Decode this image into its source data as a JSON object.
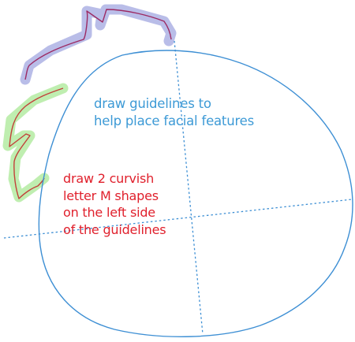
{
  "guideline_note": {
    "lines": [
      "draw guidelines to",
      "help place facial features"
    ],
    "color": "#3d9ad6"
  },
  "m_shapes_note": {
    "lines": [
      "draw 2 curvish",
      "letter M shapes",
      "on the left side",
      "of the guidelines"
    ],
    "color": "#e0202c"
  },
  "colors": {
    "head_outline": "#3d8fd4",
    "guideline": "#3d8fd4",
    "shape_top_stroke": "#9c2a63",
    "shape_top_highlight": "#b9bde8",
    "shape_bottom_stroke": "#c2413a",
    "shape_bottom_highlight": "#bfeeb0"
  }
}
